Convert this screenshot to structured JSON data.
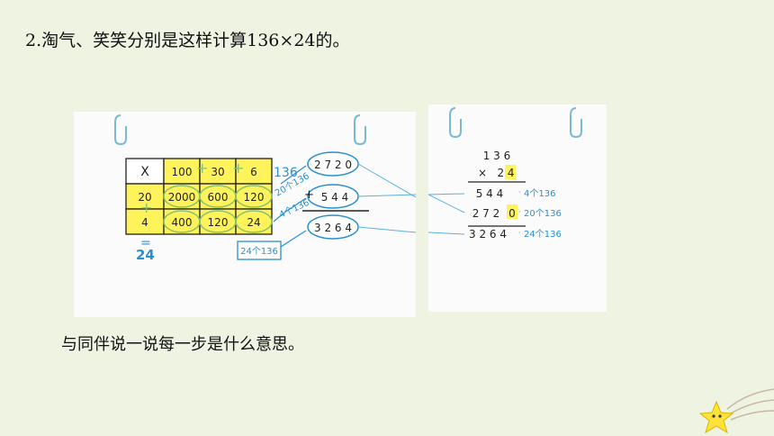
{
  "title": "2.淘气、笑笑分别是这样计算136×24的。",
  "caption": "与同伴说一说每一步是什么意思。",
  "left": {
    "grid": {
      "corner": "X",
      "cols": [
        "100",
        "30",
        "6"
      ],
      "rows": [
        {
          "head": "20",
          "cells": [
            "2000",
            "600",
            "120"
          ]
        },
        {
          "head": "4",
          "cells": [
            "400",
            "120",
            "24"
          ]
        }
      ]
    },
    "col_sum": "136",
    "row_equals": "=",
    "row_sum": "24",
    "plus_marks": [
      "+",
      "+",
      "+"
    ],
    "label_20x136": "20个136",
    "label_4x136": "4个136",
    "label_24x136": "24个136",
    "oval_top": "2 7 2 0",
    "oval_mid": "5 4 4",
    "oval_bottom": "3 2 6 4",
    "plus": "+"
  },
  "right": {
    "multiplicand": "1 3 6",
    "multiplier_sign": "×",
    "multiplier": "2 4",
    "row1": "5 4 4",
    "row2_digits": "2 7 2",
    "row2_zero": "0",
    "row3": "3 2 6 4",
    "note1": "4个136",
    "note2": "20个136",
    "note3": "24个136"
  }
}
